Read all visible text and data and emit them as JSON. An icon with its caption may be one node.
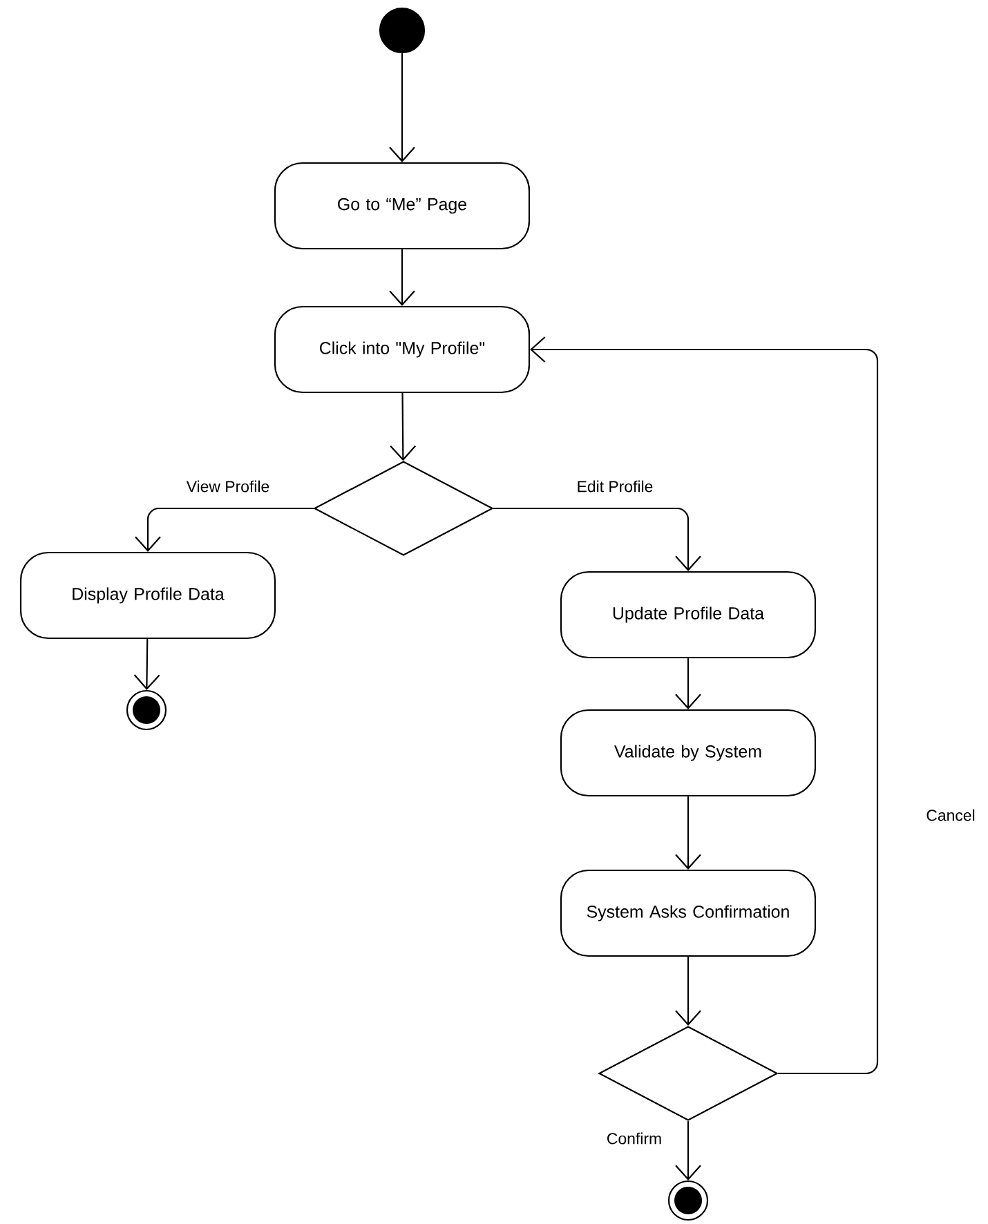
{
  "diagram": {
    "nodes": [
      {
        "text": [],
        "shape": "circle"
      },
      {
        "text": [
          "Go to “Me” Page"
        ]
      },
      {
        "text": [
          "Click into \"My Profile\""
        ]
      },
      {
        "text": [],
        "shape": "diamond"
      },
      {
        "text": [
          "Display Profile Data"
        ]
      },
      {
        "text": [],
        "shape": "bullseye"
      },
      {
        "text": [
          "Update Profile Data"
        ]
      },
      {
        "text": [
          "Validate by System"
        ]
      },
      {
        "text": [
          "System Asks Confirmation"
        ]
      },
      {
        "text": [],
        "shape": "diamond"
      },
      {
        "text": [],
        "shape": "bullseye"
      }
    ],
    "edges": [
      {
        "from": 0,
        "to": 1,
        "arrow": "to"
      },
      {
        "from": 1,
        "to": 2,
        "arrow": "to"
      },
      {
        "from": 2,
        "to": 3,
        "arrow": "to"
      },
      {
        "from": 3,
        "to": 4,
        "arrow": "to",
        "label": "View Profile"
      },
      {
        "from": 3,
        "to": 6,
        "arrow": "to",
        "label": "Edit Profile"
      },
      {
        "from": 4,
        "to": 5,
        "arrow": "to"
      },
      {
        "from": 6,
        "to": 7,
        "arrow": "to"
      },
      {
        "from": 7,
        "to": 8,
        "arrow": "to"
      },
      {
        "from": 8,
        "to": 9,
        "arrow": "to"
      },
      {
        "from": 9,
        "to": 10,
        "arrow": "to",
        "label": "Confirm"
      },
      {
        "from": 9,
        "to": 2,
        "arrow": "to",
        "label": "Cancel"
      }
    ]
  }
}
